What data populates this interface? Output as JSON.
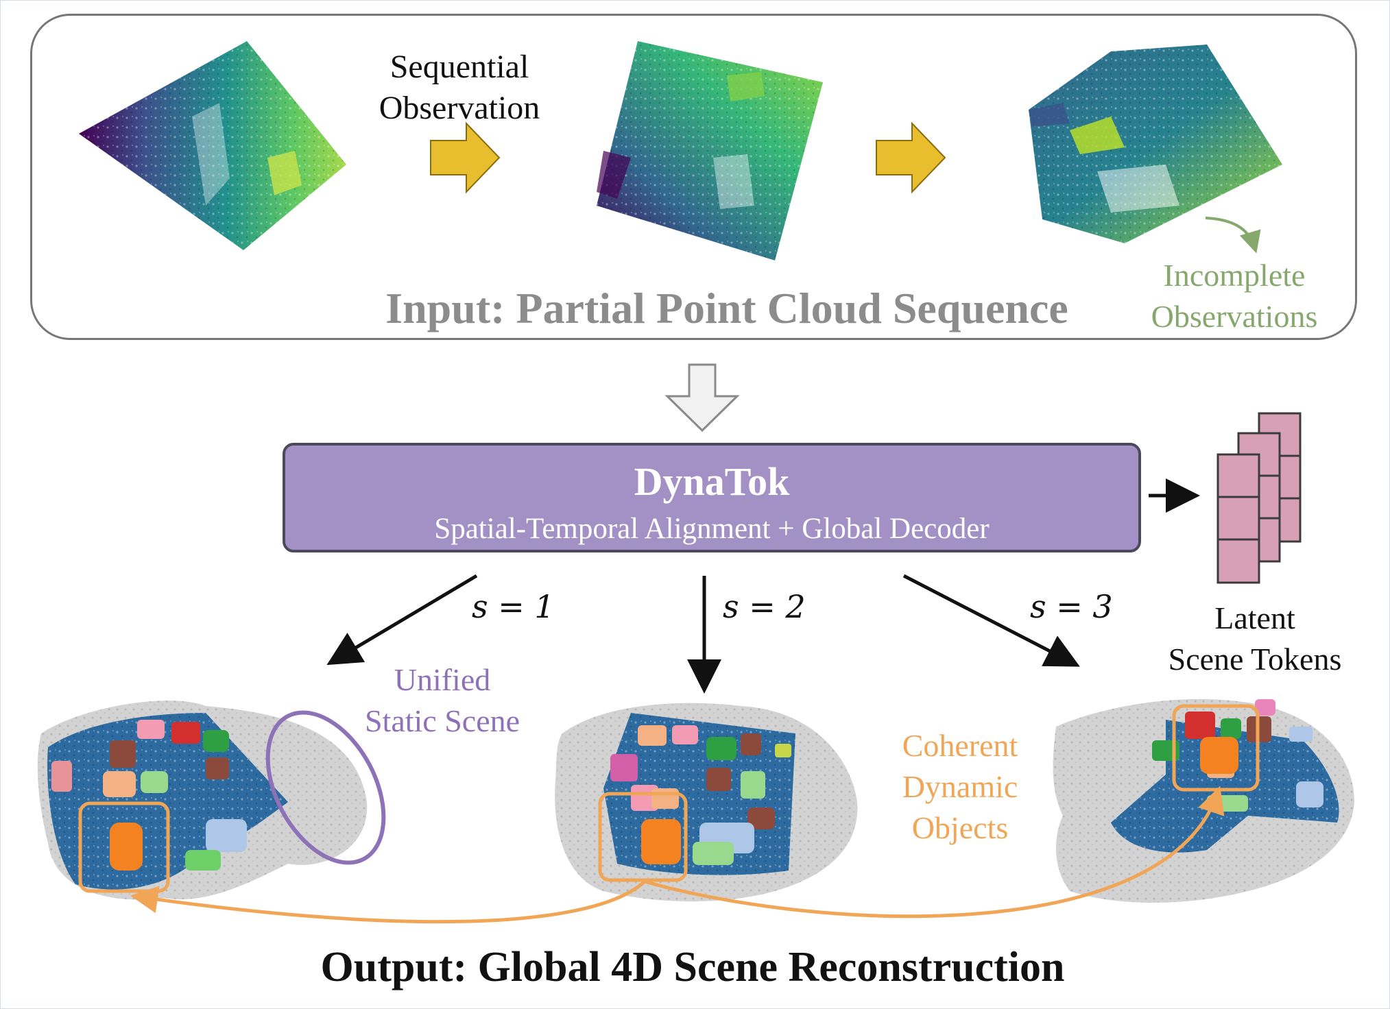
{
  "input_section": {
    "sequential_label_line1": "Sequential",
    "sequential_label_line2": "Observation",
    "title": "Input: Partial Point Cloud Sequence",
    "incomplete_line1": "Incomplete",
    "incomplete_line2": "Observations"
  },
  "model": {
    "name": "DynaTok",
    "subtitle": "Spatial-Temporal Alignment + Global Decoder"
  },
  "branches": [
    {
      "label": "s = 1"
    },
    {
      "label": "s = 2"
    },
    {
      "label": "s = 3"
    }
  ],
  "latent": {
    "line1": "Latent",
    "line2": "Scene Tokens"
  },
  "annotations": {
    "unified_line1": "Unified",
    "unified_line2": "Static Scene",
    "coherent_line1": "Coherent",
    "coherent_line2": "Dynamic",
    "coherent_line3": "Objects"
  },
  "output_title": "Output: Global 4D Scene Reconstruction",
  "colors": {
    "arrow_yellow": "#e8bd2e",
    "token_pink": "#d8a0b4",
    "model_purple": "#a391c6",
    "static_purple": "#8e72b8",
    "dynamic_orange": "#f0a656",
    "incomplete_green": "#86a86c",
    "scene_blue": "#2c6aa0"
  }
}
